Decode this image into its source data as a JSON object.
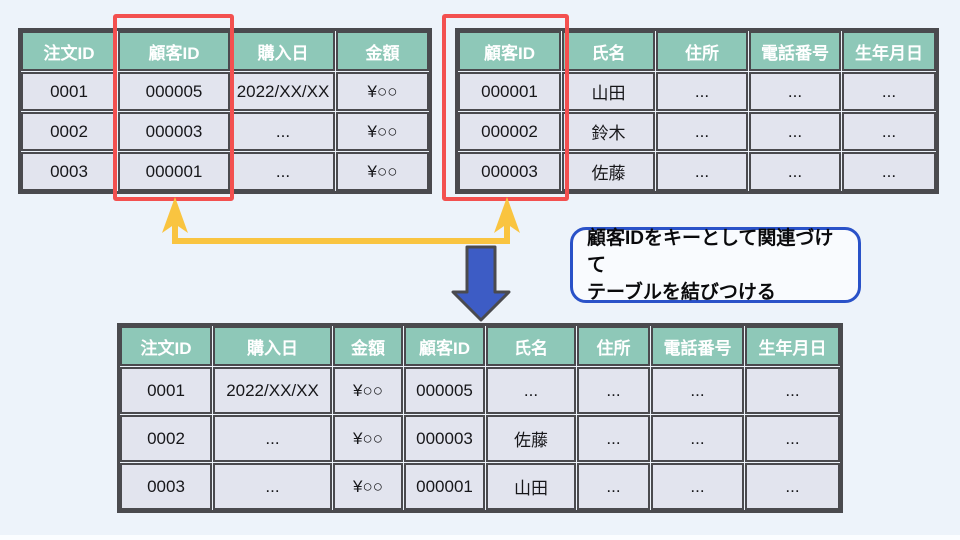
{
  "diagram": {
    "description_colors": {
      "page_background": "#edf3fa",
      "table_header_bg": "#8ec8b8",
      "table_cell_bg": "#e2e4ee",
      "table_border": "#4a4a4e",
      "key_highlight_red": "#f3504f",
      "join_connector_yellow": "#f9c440",
      "merge_arrow_blue": "#3d5cc5",
      "callout_border_blue": "#2a52c8"
    }
  },
  "tables": {
    "orders": {
      "headers": [
        "注文ID",
        "顧客ID",
        "購入日",
        "金額"
      ],
      "rows": [
        [
          "0001",
          "000005",
          "2022/XX/XX",
          "¥○○"
        ],
        [
          "0002",
          "000003",
          "...",
          "¥○○"
        ],
        [
          "0003",
          "000001",
          "...",
          "¥○○"
        ]
      ]
    },
    "customers": {
      "headers": [
        "顧客ID",
        "氏名",
        "住所",
        "電話番号",
        "生年月日"
      ],
      "rows": [
        [
          "000001",
          "山田",
          "...",
          "...",
          "..."
        ],
        [
          "000002",
          "鈴木",
          "...",
          "...",
          "..."
        ],
        [
          "000003",
          "佐藤",
          "...",
          "...",
          "..."
        ]
      ]
    },
    "merged": {
      "headers": [
        "注文ID",
        "購入日",
        "金額",
        "顧客ID",
        "氏名",
        "住所",
        "電話番号",
        "生年月日"
      ],
      "rows": [
        [
          "0001",
          "2022/XX/XX",
          "¥○○",
          "000005",
          "...",
          "...",
          "...",
          "..."
        ],
        [
          "0002",
          "...",
          "¥○○",
          "000003",
          "佐藤",
          "...",
          "...",
          "..."
        ],
        [
          "0003",
          "...",
          "¥○○",
          "000001",
          "山田",
          "...",
          "...",
          "..."
        ]
      ]
    }
  },
  "callout": {
    "line1": "顧客IDをキーとして関連づけて",
    "line2": "テーブルを結びつける"
  }
}
